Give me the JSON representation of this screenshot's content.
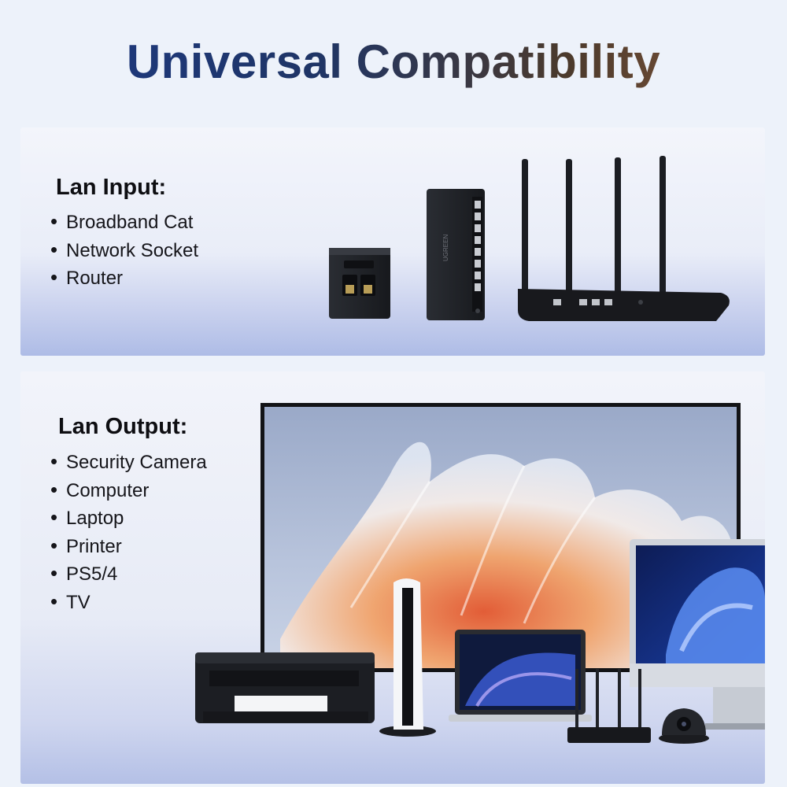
{
  "title": "Universal Compatibility",
  "input": {
    "heading": "Lan Input:",
    "items": [
      "Broadband Cat",
      "Network Socket",
      "Router"
    ]
  },
  "output": {
    "heading": "Lan Output:",
    "items": [
      "Security Camera",
      "Computer",
      "Laptop",
      "Printer",
      "PS5/4",
      "TV"
    ]
  },
  "brand": "UGREEN",
  "colors": {
    "title_start": "#1d3a86",
    "title_end": "#8a5a3c",
    "device_dark": "#1b1d22"
  }
}
